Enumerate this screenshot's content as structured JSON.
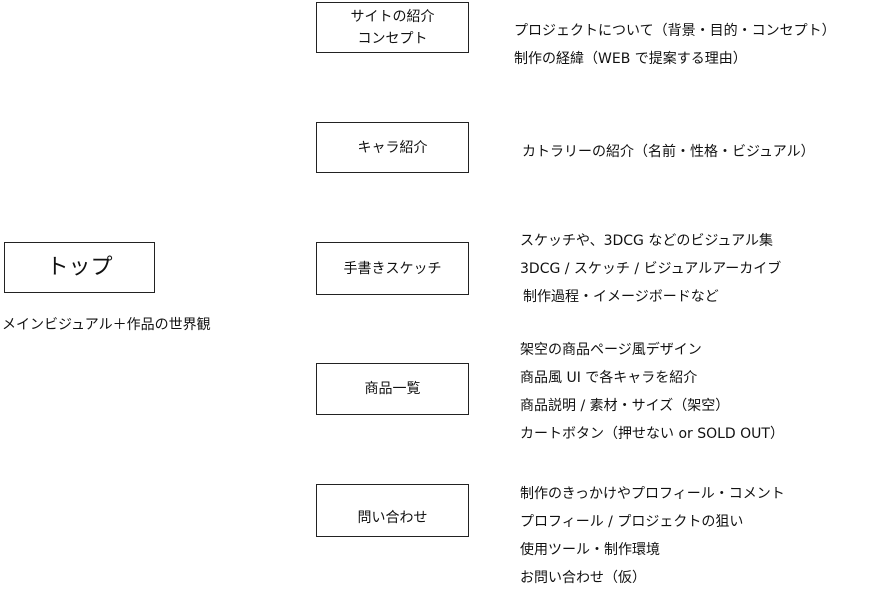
{
  "top": {
    "label": "トップ",
    "caption": "メインビジュアル＋作品の世界観"
  },
  "sections": [
    {
      "label_lines": [
        "サイトの紹介",
        "コンセプト"
      ],
      "details": [
        "プロジェクトについて（背景・目的・コンセプト）",
        "制作の経緯（WEB で提案する理由）"
      ]
    },
    {
      "label_lines": [
        "キャラ紹介"
      ],
      "details": [
        "カトラリーの紹介（名前・性格・ビジュアル）"
      ]
    },
    {
      "label_lines": [
        "手書きスケッチ"
      ],
      "details": [
        "スケッチや、3DCG などのビジュアル集",
        "3DCG / スケッチ / ビジュアルアーカイブ",
        "制作過程・イメージボードなど"
      ]
    },
    {
      "label_lines": [
        "商品一覧"
      ],
      "details": [
        "架空の商品ページ風デザイン",
        "商品風 UI で各キャラを紹介",
        "商品説明 / 素材・サイズ（架空）",
        "カートボタン（押せない or SOLD OUT）"
      ]
    },
    {
      "label_lines": [
        "問い合わせ"
      ],
      "details": [
        "制作のきっかけやプロフィール・コメント",
        "プロフィール / プロジェクトの狙い",
        "使用ツール・制作環境",
        "お問い合わせ（仮）"
      ]
    }
  ]
}
